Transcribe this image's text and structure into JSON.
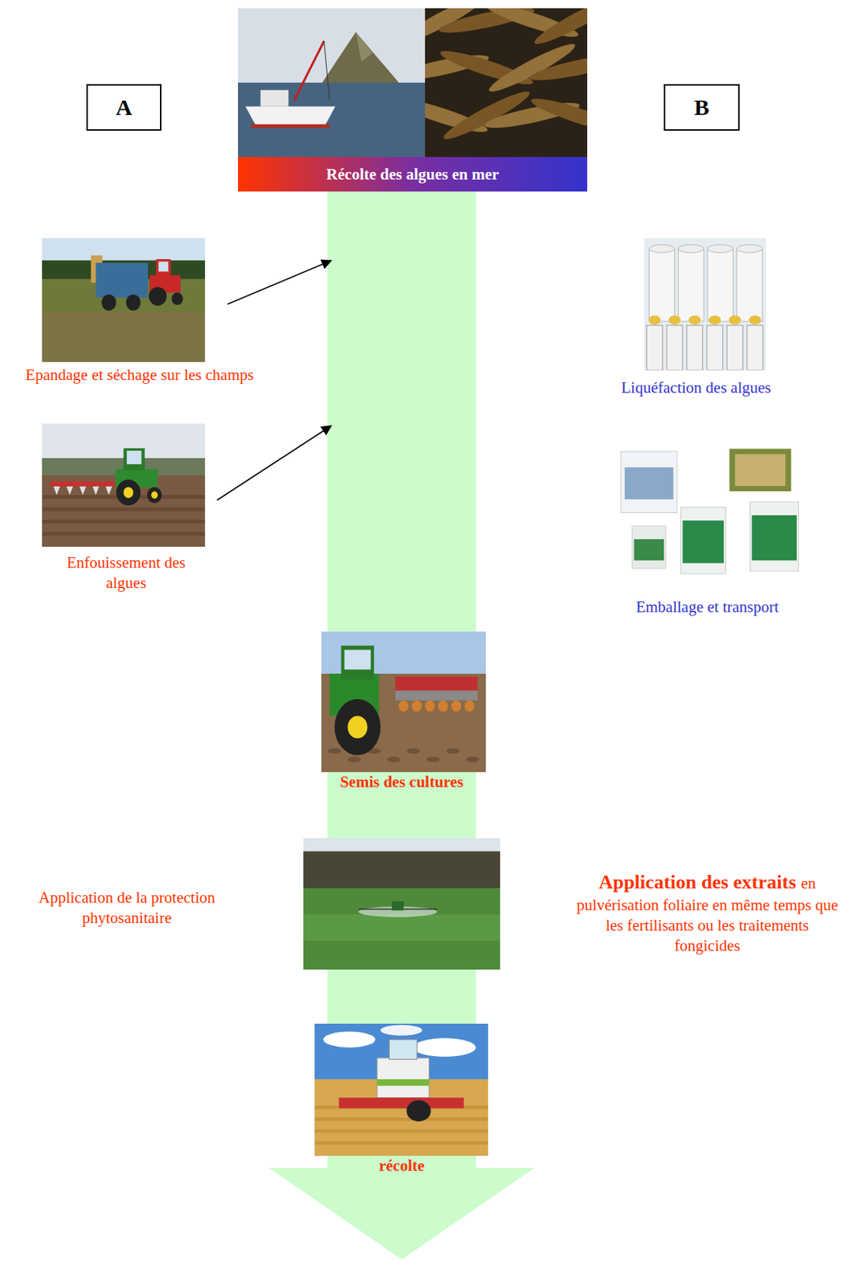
{
  "diagram": {
    "nodes": [
      {
        "text": [
          "A"
        ]
      },
      {
        "text": [
          "Récolte des algues en mer"
        ]
      },
      {
        "text": [
          "B"
        ]
      },
      {
        "text": [
          "Epandage et séchage sur les champs"
        ]
      },
      {
        "text": [
          "Liquéfaction des algues"
        ]
      },
      {
        "text": [
          "Enfouissement des algues"
        ]
      },
      {
        "text": [
          "Emballage et transport"
        ]
      },
      {
        "text": [
          "Semis des cultures"
        ]
      },
      {
        "text": [
          "récolte"
        ]
      }
    ],
    "labels": [
      "Application de la protection phytosanitaire",
      "Application des extraits",
      "en pulvérisation foliaire en même temps que les fertilisants ou les traitements fongicides"
    ]
  }
}
